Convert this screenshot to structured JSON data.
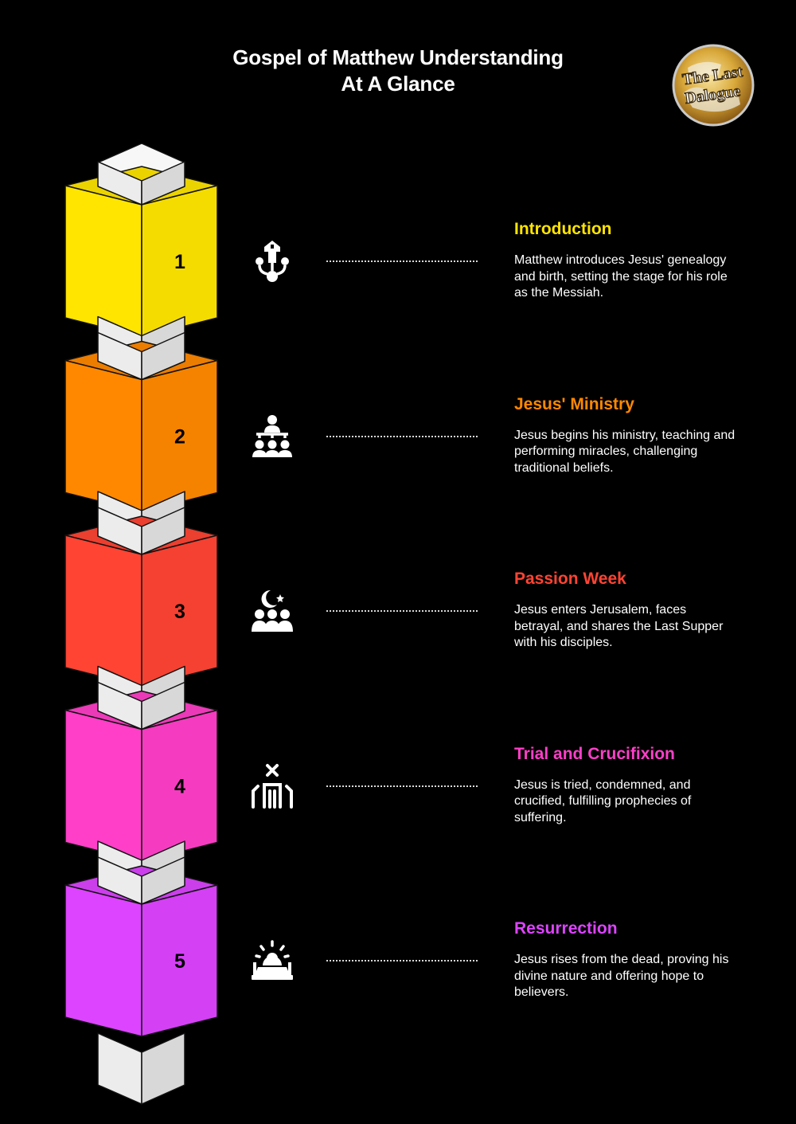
{
  "title": {
    "line1": "Gospel of Matthew Understanding",
    "line2": "At A Glance"
  },
  "logo": {
    "line1": "The Last",
    "line2": "Dalogue"
  },
  "colors": {
    "background": "#000000",
    "post_light": "#ececec",
    "post_dark": "#d8d8d8",
    "outline": "#111111"
  },
  "steps": [
    {
      "number": "1",
      "title": "Introduction",
      "color": "#ffe500",
      "description": "Matthew introduces Jesus' genealogy and birth, setting the stage for his role as the Messiah.",
      "icon": "family-tree-icon"
    },
    {
      "number": "2",
      "title": "Jesus' Ministry",
      "color": "#ff8800",
      "description": "Jesus begins his ministry, teaching and performing miracles, challenging traditional beliefs.",
      "icon": "teacher-audience-icon"
    },
    {
      "number": "3",
      "title": "Passion Week",
      "color": "#ff4433",
      "description": "Jesus enters Jerusalem, faces betrayal, and shares the Last Supper with his disciples.",
      "icon": "crescent-group-icon"
    },
    {
      "number": "4",
      "title": "Trial and Crucifixion",
      "color": "#ff3fc8",
      "description": "Jesus is tried, condemned, and crucified, fulfilling prophecies of suffering.",
      "icon": "tribunal-icon"
    },
    {
      "number": "5",
      "title": "Resurrection",
      "color": "#dd44ff",
      "description": "Jesus rises from the dead, proving his divine nature and offering hope to believers.",
      "icon": "rising-sun-icon"
    }
  ]
}
